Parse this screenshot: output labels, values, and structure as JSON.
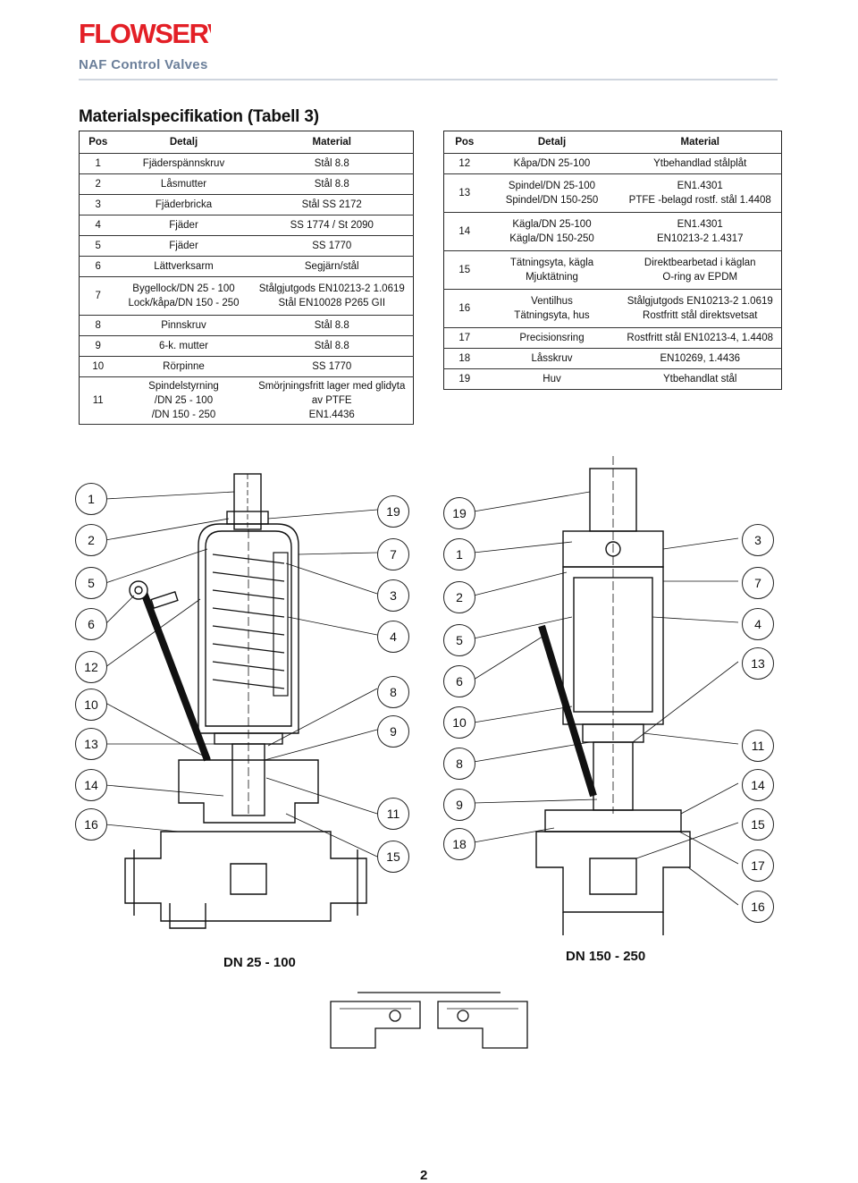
{
  "brand": {
    "logo_text": "FLOWSERVE",
    "subbrand": "NAF Control Valves",
    "colors": {
      "logo": "#e31f26",
      "subbrand": "#6b7f9a"
    }
  },
  "title": "Materialspecifikation (Tabell 3)",
  "table_left": {
    "headers": [
      "Pos",
      "Detalj",
      "Material"
    ],
    "rows": [
      [
        "1",
        "Fjäderspännskruv",
        "Stål 8.8"
      ],
      [
        "2",
        "Låsmutter",
        "Stål 8.8"
      ],
      [
        "3",
        "Fjäderbricka",
        "Stål SS 2172"
      ],
      [
        "4",
        "Fjäder",
        "SS 1774 / St 2090"
      ],
      [
        "5",
        "Fjäder",
        "SS 1770"
      ],
      [
        "6",
        "Lättverksarm",
        "Segjärn/stål"
      ],
      [
        "7",
        "Bygellock/DN 25 - 100\nLock/kåpa/DN 150 - 250",
        "Stålgjutgods EN10213-2 1.0619\nStål EN10028 P265 GII"
      ],
      [
        "8",
        "Pinnskruv",
        "Stål 8.8"
      ],
      [
        "9",
        "6-k. mutter",
        "Stål 8.8"
      ],
      [
        "10",
        "Rörpinne",
        "SS 1770"
      ],
      [
        "11",
        "Spindelstyrning\n/DN 25 - 100\n/DN 150 - 250",
        "Smörjningsfritt lager med glidyta\nav PTFE\nEN1.4436"
      ]
    ]
  },
  "table_right": {
    "headers": [
      "Pos",
      "Detalj",
      "Material"
    ],
    "rows": [
      [
        "12",
        "Kåpa/DN 25-100",
        "Ytbehandlad stålplåt"
      ],
      [
        "13",
        "Spindel/DN 25-100\nSpindel/DN 150-250",
        "EN1.4301\nPTFE -belagd rostf. stål 1.4408"
      ],
      [
        "14",
        "Kägla/DN 25-100\nKägla/DN 150-250",
        "EN1.4301\nEN10213-2 1.4317"
      ],
      [
        "15",
        "Tätningsyta, kägla\nMjuktätning",
        "Direktbearbetad i käglan\nO-ring av EPDM"
      ],
      [
        "16",
        "Ventilhus\nTätningsyta, hus",
        "Stålgjutgods EN10213-2 1.0619\nRostfritt stål direktsvetsat"
      ],
      [
        "17",
        "Precisionsring",
        "Rostfritt stål EN10213-4, 1.4408"
      ],
      [
        "18",
        "Låsskruv",
        "EN10269, 1.4436"
      ],
      [
        "19",
        "Huv",
        "Ytbehandlat stål"
      ]
    ]
  },
  "drawing_left": {
    "label": "DN 25 - 100",
    "callouts_left": [
      "1",
      "2",
      "5",
      "6",
      "12",
      "10",
      "13",
      "14",
      "16"
    ],
    "callouts_right": [
      "19",
      "7",
      "3",
      "4",
      "8",
      "9",
      "11",
      "15"
    ]
  },
  "drawing_right": {
    "label": "DN 150 - 250",
    "callouts_left": [
      "19",
      "1",
      "2",
      "5",
      "6",
      "10",
      "8",
      "9",
      "18"
    ],
    "callouts_right": [
      "3",
      "7",
      "4",
      "13",
      "11",
      "14",
      "15",
      "17",
      "16"
    ]
  },
  "page_number": "2"
}
